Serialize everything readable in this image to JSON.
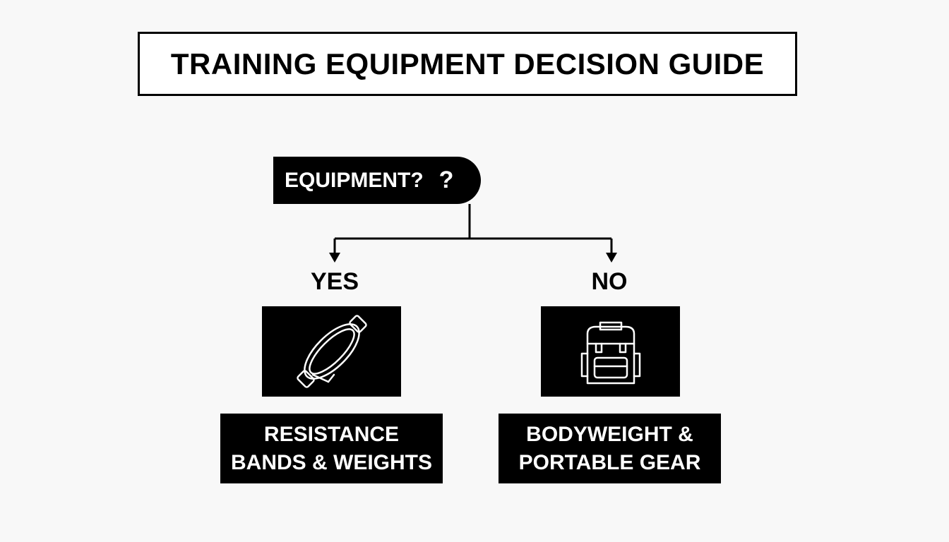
{
  "title": "TRAINING EQUIPMENT DECISION GUIDE",
  "question": {
    "text": "EQUIPMENT?",
    "mark": "?"
  },
  "branches": [
    {
      "label": "YES",
      "icon": "resistance-band-icon",
      "result_lines": [
        "RESISTANCE",
        "BANDS & WEIGHTS"
      ]
    },
    {
      "label": "NO",
      "icon": "backpack-icon",
      "result_lines": [
        "BODYWEIGHT &",
        "PORTABLE GEAR"
      ]
    }
  ],
  "colors": {
    "background": "#f8f8f8",
    "box_fill": "#000000",
    "box_text": "#ffffff",
    "line": "#000000"
  }
}
